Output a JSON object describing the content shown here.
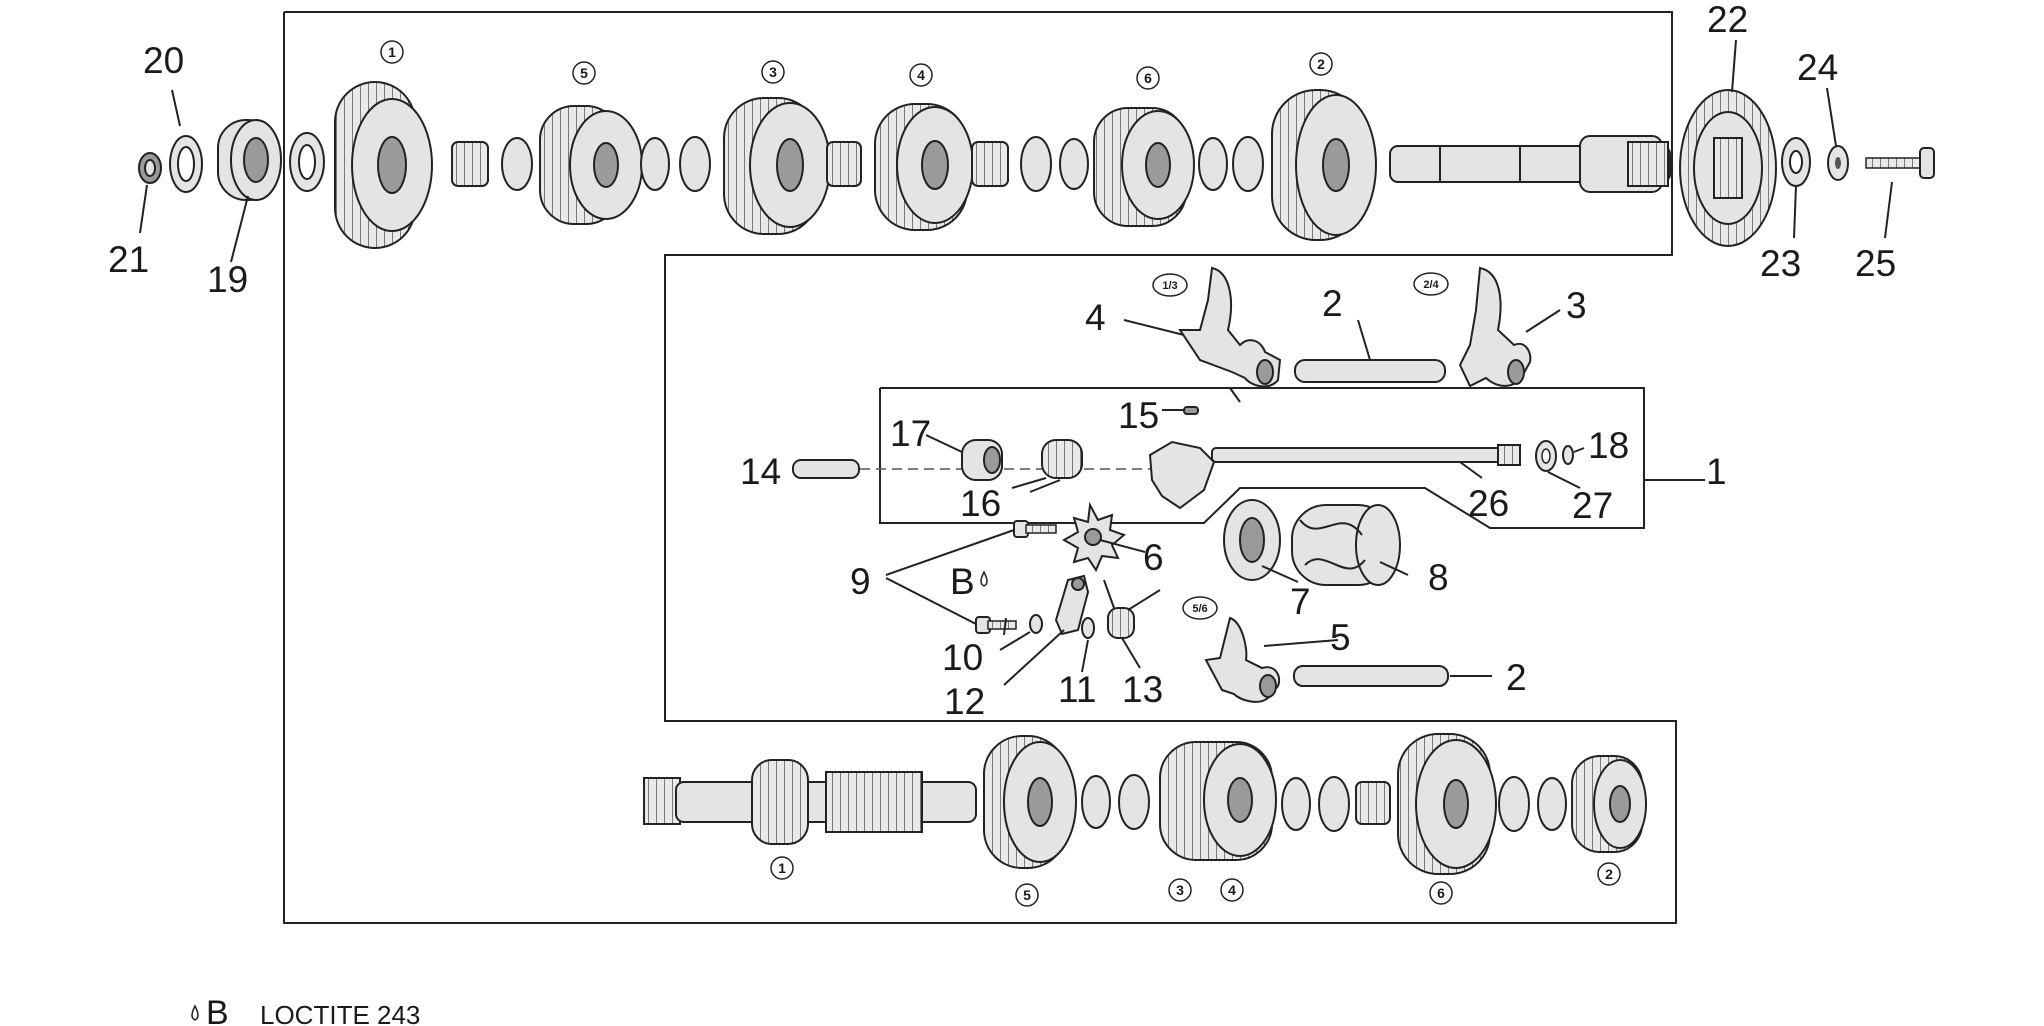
{
  "parts": {
    "p1": "1",
    "p2a": "2",
    "p2b": "2",
    "p3": "3",
    "p4": "4",
    "p5": "5",
    "p6": "6",
    "p7": "7",
    "p8": "8",
    "p9": "9",
    "p10": "10",
    "p11": "11",
    "p12": "12",
    "p13": "13",
    "p14": "14",
    "p15": "15",
    "p16": "16",
    "p17": "17",
    "p18": "18",
    "p19": "19",
    "p20": "20",
    "p21": "21",
    "p22": "22",
    "p23": "23",
    "p24": "24",
    "p25": "25",
    "p26": "26",
    "p27": "27"
  },
  "gear_marks": {
    "top_g1": "1",
    "top_g5": "5",
    "top_g3": "3",
    "top_g4": "4",
    "top_g6": "6",
    "top_g2": "2",
    "bot_g1": "1",
    "bot_g5": "5",
    "bot_g3": "3",
    "bot_g4": "4",
    "bot_g6": "6",
    "bot_g2": "2"
  },
  "fork_marks": {
    "f13": "1/3",
    "f24": "2/4",
    "f56": "5/6"
  },
  "legend": {
    "symbol": "B",
    "text": "LOCTITE 243"
  },
  "callout_B": "B"
}
